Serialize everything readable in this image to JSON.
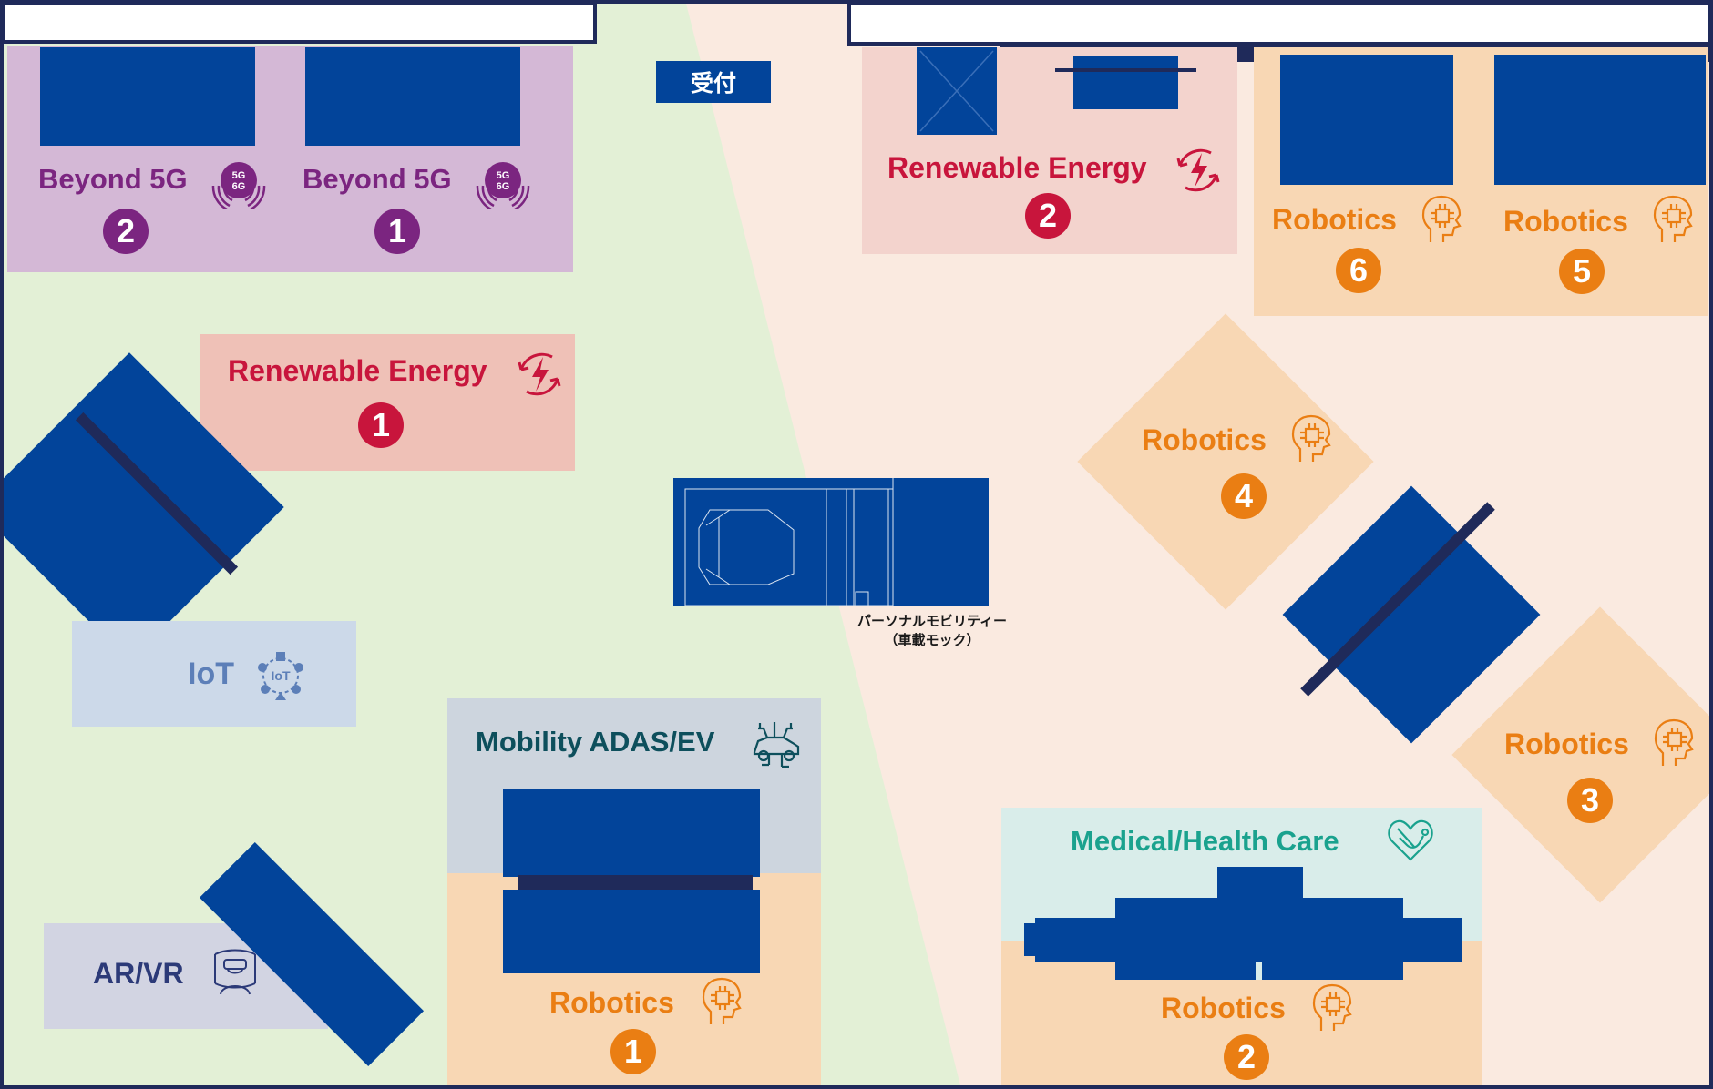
{
  "colors": {
    "beyond5g": "#7b2580",
    "renewable": "#c8153c",
    "robotics": "#ea7e13",
    "iot": "#5c7fb8",
    "mobility": "#0d4f5c",
    "medical": "#1aa28e",
    "arvr": "#2c3a78",
    "booth_blue": "#02449a",
    "navy": "#1f2a5a"
  },
  "reception": {
    "label": "受付"
  },
  "zones": [
    {
      "id": "beyond5g-2",
      "name": "Beyond 5G",
      "number": "2",
      "category": "beyond5g",
      "icon": "5g-6g-signal-icon"
    },
    {
      "id": "beyond5g-1",
      "name": "Beyond 5G",
      "number": "1",
      "category": "beyond5g",
      "icon": "5g-6g-signal-icon"
    },
    {
      "id": "renewable-1",
      "name": "Renewable Energy",
      "number": "1",
      "category": "renewable",
      "icon": "lightning-cycle-icon"
    },
    {
      "id": "renewable-2",
      "name": "Renewable Energy",
      "number": "2",
      "category": "renewable",
      "icon": "lightning-cycle-icon"
    },
    {
      "id": "robotics-6",
      "name": "Robotics",
      "number": "6",
      "category": "robotics",
      "icon": "robot-head-icon"
    },
    {
      "id": "robotics-5",
      "name": "Robotics",
      "number": "5",
      "category": "robotics",
      "icon": "robot-head-icon"
    },
    {
      "id": "robotics-4",
      "name": "Robotics",
      "number": "4",
      "category": "robotics",
      "icon": "robot-head-icon"
    },
    {
      "id": "robotics-3",
      "name": "Robotics",
      "number": "3",
      "category": "robotics",
      "icon": "robot-head-icon"
    },
    {
      "id": "robotics-2",
      "name": "Robotics",
      "number": "2",
      "category": "robotics",
      "icon": "robot-head-icon"
    },
    {
      "id": "robotics-1",
      "name": "Robotics",
      "number": "1",
      "category": "robotics",
      "icon": "robot-head-icon"
    },
    {
      "id": "iot",
      "name": "IoT",
      "number": "",
      "category": "iot",
      "icon": "iot-network-icon"
    },
    {
      "id": "mobility",
      "name": "Mobility ADAS/EV",
      "number": "",
      "category": "mobility",
      "icon": "connected-car-icon"
    },
    {
      "id": "medical",
      "name": "Medical/Health Care",
      "number": "",
      "category": "medical",
      "icon": "heart-stethoscope-icon"
    },
    {
      "id": "arvr",
      "name": "AR/VR",
      "number": "",
      "category": "arvr",
      "icon": "vr-headset-person-icon"
    }
  ],
  "iot_icon_text": "IoT",
  "beyond5g_icon_text": {
    "line1": "5G",
    "line2": "6G"
  },
  "personal_mobility": {
    "line1": "パーソナルモビリティー",
    "line2": "（車載モック）"
  }
}
